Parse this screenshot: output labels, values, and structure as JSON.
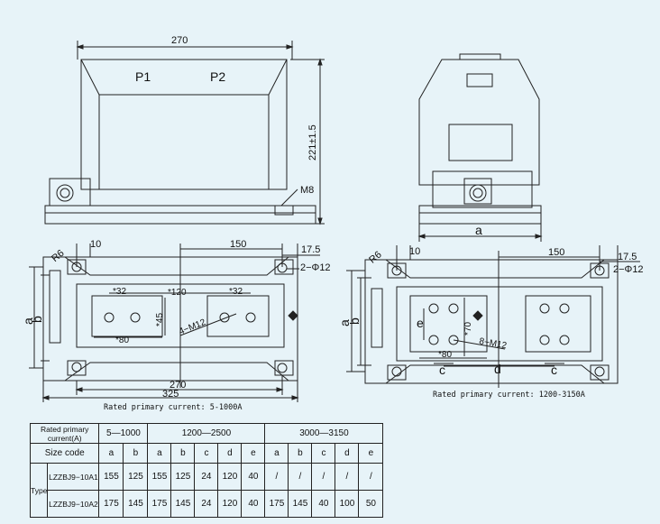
{
  "front_view": {
    "width_dim": "270",
    "height_dim": "221±1.5",
    "terminal_p1": "P1",
    "terminal_p2": "P2",
    "bolt": "M8"
  },
  "side_view": {
    "base_dim": "a"
  },
  "plan_small": {
    "dim_10": "10",
    "dim_150": "150",
    "dim_17_5": "17.5",
    "hole": "2−Φ12",
    "radius": "R6",
    "dim_32a": "*32",
    "dim_32b": "*32",
    "dim_120": "*120",
    "dim_45": "*45",
    "dim_80": "*80",
    "thread": "4−M12",
    "dim_270": "270",
    "dim_325": "325",
    "side_a": "a",
    "side_b": "b",
    "caption": "Rated primary current: 5-1000A"
  },
  "plan_large": {
    "dim_10": "10",
    "dim_150": "150",
    "dim_17_5": "17.5",
    "hole": "2−Φ12",
    "radius": "R6",
    "dim_e": "e",
    "dim_70": "*70",
    "dim_80": "*80",
    "dim_c1": "c",
    "dim_c2": "c",
    "dim_d": "d",
    "thread": "8−M12",
    "side_a": "a",
    "side_b": "b",
    "caption": "Rated primary current: 1200-3150A"
  },
  "table": {
    "header_rated": "Rated primary current(A)",
    "range1": "5—1000",
    "range2": "1200—2500",
    "range3": "3000—3150",
    "size_code": "Size code",
    "codes": [
      "a",
      "b",
      "a",
      "b",
      "c",
      "d",
      "e",
      "a",
      "b",
      "c",
      "d",
      "e"
    ],
    "type_label": "Type",
    "rows": [
      {
        "model": "LZZBJ9−10A1",
        "values": [
          "155",
          "125",
          "155",
          "125",
          "24",
          "120",
          "40",
          "/",
          "/",
          "/",
          "/",
          "/"
        ]
      },
      {
        "model": "LZZBJ9−10A2",
        "values": [
          "175",
          "145",
          "175",
          "145",
          "24",
          "120",
          "40",
          "175",
          "145",
          "40",
          "100",
          "50"
        ]
      }
    ]
  }
}
